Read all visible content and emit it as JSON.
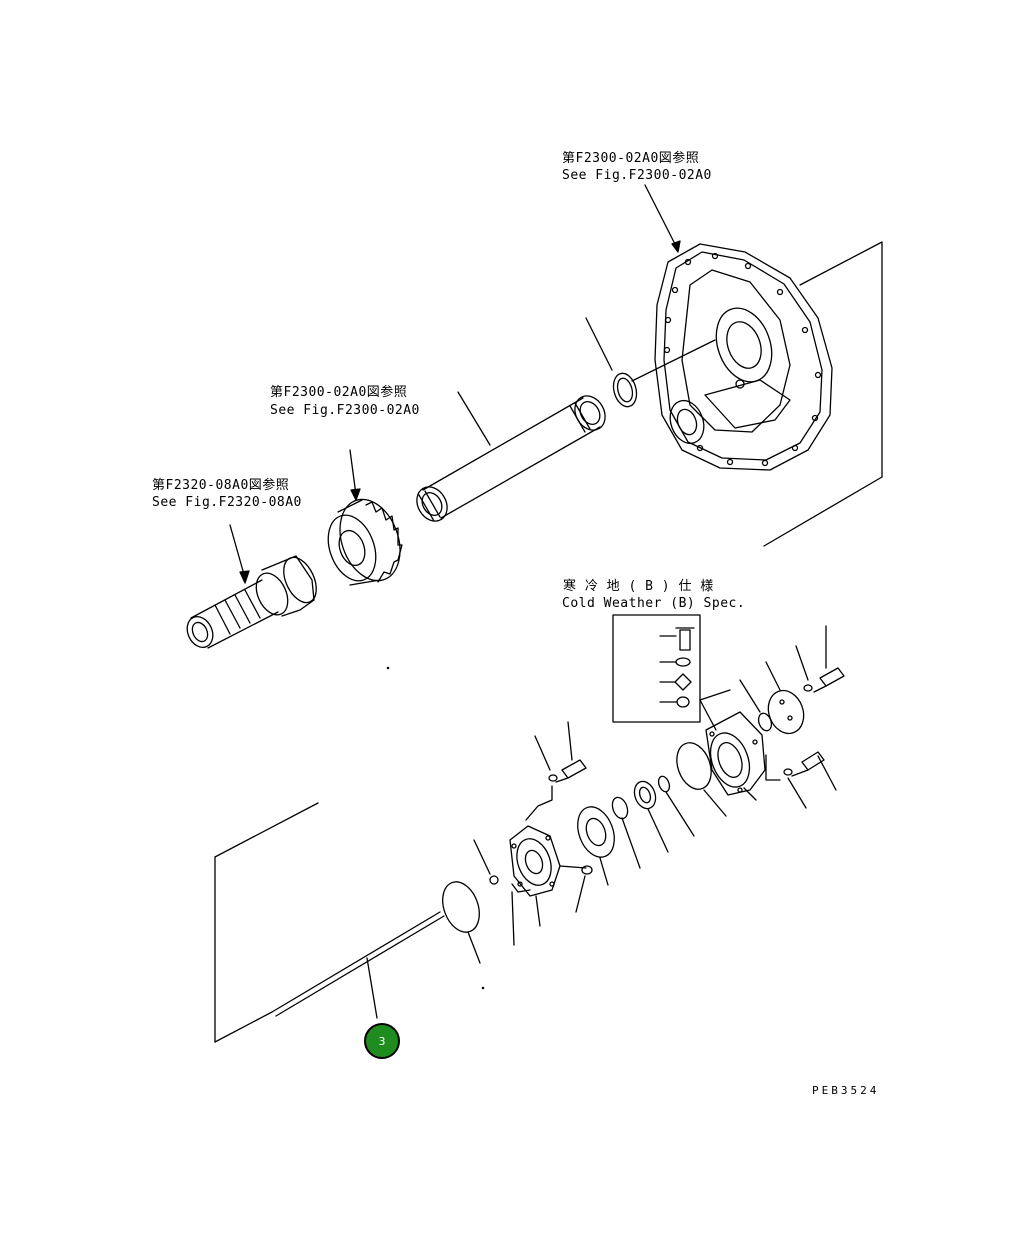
{
  "references": {
    "housing": {
      "jp": "第F2300-02A0図参照",
      "en": "See Fig.F2300-02A0"
    },
    "gear": {
      "jp": "第F2300-02A0図参照",
      "en": "See Fig.F2300-02A0"
    },
    "coupling": {
      "jp": "第F2320-08A0図参照",
      "en": "See Fig.F2320-08A0"
    }
  },
  "cold_weather": {
    "jp": "寒 冷 地 ( B ) 仕 様",
    "en": "Cold Weather (B) Spec."
  },
  "callout": {
    "number": "3",
    "color": "#1f8c1f"
  },
  "drawing_code": "PEB3524"
}
